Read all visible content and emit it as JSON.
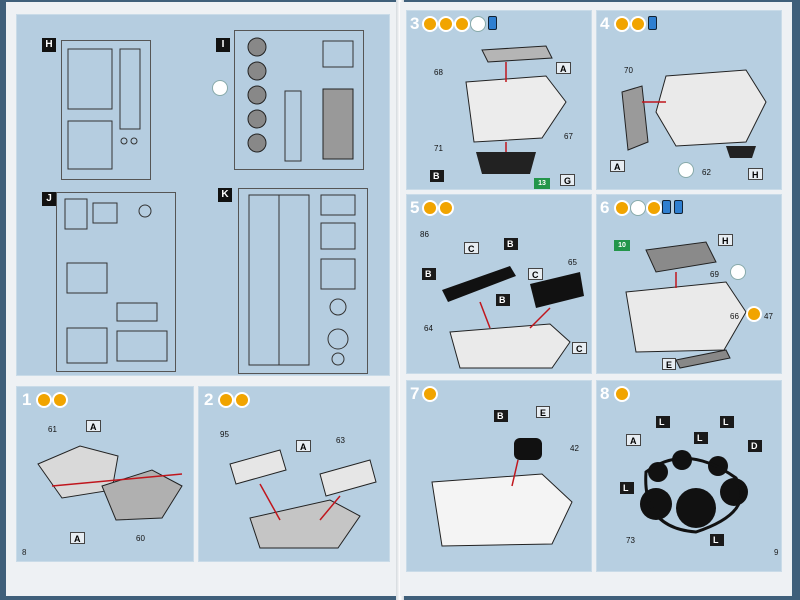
{
  "sections": {
    "H": "H",
    "I": "I",
    "J": "J",
    "K": "K"
  },
  "steps": {
    "s1": "1",
    "s2": "2",
    "s3": "3",
    "s4": "4",
    "s5": "5",
    "s6": "6",
    "s7": "7",
    "s8": "8"
  },
  "labels": {
    "A": "A",
    "B": "B",
    "C": "C",
    "E": "E",
    "G": "G",
    "H": "H",
    "L": "L",
    "D": "D"
  },
  "part_numbers": {
    "p61": "61",
    "p60": "60",
    "p95": "95",
    "p63": "63",
    "p68": "68",
    "p71": "71",
    "p67": "67",
    "p70": "70",
    "p62": "62",
    "p86": "86",
    "p65": "65",
    "p64": "64",
    "p69": "69",
    "p66": "66",
    "p47": "47",
    "p42": "42",
    "p73": "73"
  },
  "paint_chips": {
    "c3": "13",
    "c6": "10"
  },
  "pages": {
    "left": "8",
    "right": "9"
  },
  "colors": {
    "panel": "#b7cfe1",
    "paper": "#eef1f4",
    "orange": "#f1a400",
    "blue_jar": "#2f7fd0",
    "green_chip": "#23954a"
  }
}
